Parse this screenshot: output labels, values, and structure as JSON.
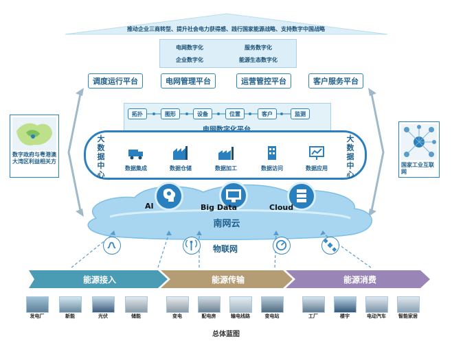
{
  "top_banner": "推动企业三商转型、提升社会电力获得感、践行国家能源战略、支持数字中国战略",
  "digital_goals": [
    "电网数字化",
    "服务数字化",
    "企业数字化",
    "能源生态数字化"
  ],
  "platforms": [
    "调度运行平台",
    "电网管理平台",
    "运营管控平台",
    "客户服务平台"
  ],
  "grid_platform": {
    "label": "电网数字化平台",
    "chips": [
      "拓扑",
      "图形",
      "设备",
      "位置",
      "客户",
      "监测"
    ]
  },
  "big_data_center": {
    "label_left": "大数据中心",
    "label_right": "大数据中心",
    "items": [
      "数据集成",
      "数据仓储",
      "数据加工",
      "数据访问",
      "数据应用"
    ]
  },
  "side_left": "数字政府与粤港澳大湾区利益相关方",
  "side_right": "国家工业互联网",
  "cloud": {
    "label": "南网云",
    "ai": "AI",
    "big_data": "Big Data",
    "cloud_text": "Cloud"
  },
  "iot_label": "物联网",
  "bands": [
    "能源接入",
    "能源传输",
    "能源消费"
  ],
  "photos": [
    "发电厂",
    "新能",
    "光伏",
    "储能",
    "变电",
    "配电房",
    "输电线路",
    "变电站",
    "工厂",
    "楼宇",
    "电动汽车",
    "智能家居"
  ],
  "caption": "总体蓝图",
  "colors": {
    "primary": "#2a7fbf",
    "band_access": "#4a9bb4",
    "band_transmit": "#b49d74",
    "band_consume": "#9a86b6"
  }
}
